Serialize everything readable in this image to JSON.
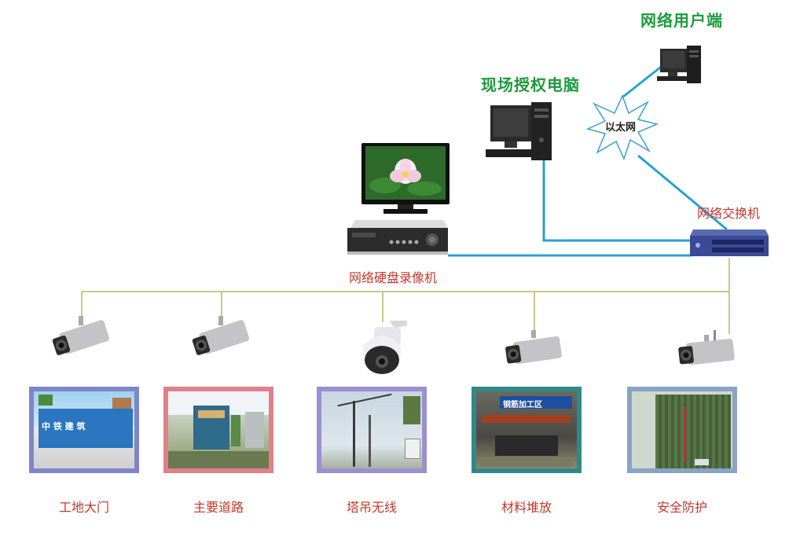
{
  "labels": {
    "network_user": "网络用户端",
    "site_pc": "现场授权电脑",
    "ethernet": "以太网",
    "switch": "网络交换机",
    "nvr": "网络硬盘录像机"
  },
  "sites": [
    {
      "label": "工地大门",
      "frame_color": "#7f86c8",
      "camera": "bullet"
    },
    {
      "label": "主要道路",
      "frame_color": "#e0808a",
      "camera": "bullet"
    },
    {
      "label": "塔吊无线",
      "frame_color": "#9b8fd0",
      "camera": "dome"
    },
    {
      "label": "材料堆放",
      "frame_color": "#2f8a86",
      "camera": "bullet"
    },
    {
      "label": "安全防护",
      "frame_color": "#8aa3c4",
      "camera": "bullet"
    }
  ],
  "photo_texts": {
    "gate_sign": "中 铁 建 筑",
    "material_banner": "钢筋加工区"
  },
  "colors": {
    "network_line": "#2a9fd6",
    "camera_bus": "#c8c88a",
    "label_green": "#1f9a3c",
    "label_red": "#c0392b"
  }
}
